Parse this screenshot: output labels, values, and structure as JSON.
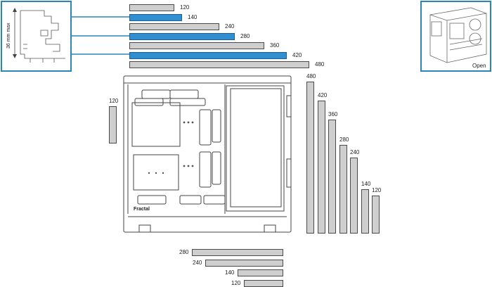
{
  "bracket_inset": {
    "clearance_label": "36 mm max"
  },
  "open_inset": {
    "label": "Open"
  },
  "case": {
    "brand": "Fractal"
  },
  "top_radiators": [
    {
      "label": "120",
      "highlight": false
    },
    {
      "label": "140",
      "highlight": true
    },
    {
      "label": "240",
      "highlight": false
    },
    {
      "label": "280",
      "highlight": true
    },
    {
      "label": "360",
      "highlight": false
    },
    {
      "label": "420",
      "highlight": true
    },
    {
      "label": "480",
      "highlight": false
    }
  ],
  "rear_radiator": {
    "label": "120"
  },
  "front_radiators": [
    {
      "label": "480"
    },
    {
      "label": "420"
    },
    {
      "label": "360"
    },
    {
      "label": "280"
    },
    {
      "label": "240"
    },
    {
      "label": "140"
    },
    {
      "label": "120"
    }
  ],
  "bottom_radiators": [
    {
      "label": "280"
    },
    {
      "label": "240"
    },
    {
      "label": "140"
    },
    {
      "label": "120"
    }
  ],
  "colors": {
    "highlight": "#2f8fd0",
    "inset_border": "#2a86b8",
    "bar_fill": "#cfcfcf"
  }
}
